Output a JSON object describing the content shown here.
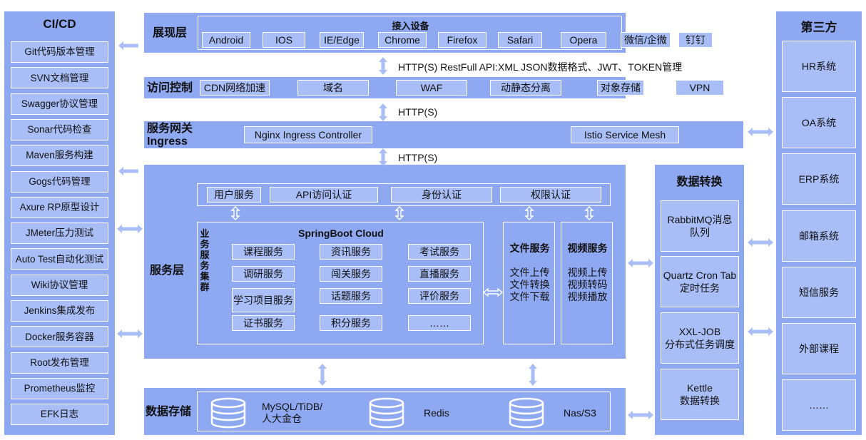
{
  "cicd": {
    "title": "CI/CD",
    "items": [
      "Git代码版本管理",
      "SVN文档管理",
      "Swagger协议管理",
      "Sonar代码检查",
      "Maven服务构建",
      "Gogs代码管理",
      "Axure RP原型设计",
      "JMeter压力测试",
      "Auto Test自动化测试",
      "Wiki协议管理",
      "Jenkins集成发布",
      "Docker服务容器",
      "Root发布管理",
      "Prometheus监控",
      "EFK日志"
    ]
  },
  "third": {
    "title": "第三方",
    "items": [
      "HR系统",
      "OA系统",
      "ERP系统",
      "邮箱系统",
      "短信服务",
      "外部课程",
      "……"
    ]
  },
  "presentation": {
    "name": "展现层",
    "header": "接入设备",
    "devices": [
      "Android",
      "IOS",
      "IE/Edge",
      "Chrome",
      "Firefox",
      "Safari",
      "Opera",
      "微信/企微",
      "钉钉"
    ]
  },
  "http1": "HTTP(S)  RestFull API:XML JSON数据格式、JWT、TOKEN管理",
  "access": {
    "name": "访问控制",
    "items": [
      "CDN网络加速",
      "域名",
      "WAF",
      "动静态分离",
      "对象存储",
      "VPN"
    ]
  },
  "http2": "HTTP(S)",
  "gateway": {
    "name_line1": "服务网关",
    "name_line2": "Ingress",
    "left": "Nginx Ingress Controller",
    "right": "Istio Service Mesh"
  },
  "http3": "HTTP(S)",
  "service": {
    "name": "服务层",
    "top_items": [
      "用户服务",
      "API访问认证",
      "身份认证",
      "权限认证"
    ],
    "cluster_label": "业务服务集群",
    "springboot_title": "SpringBoot Cloud",
    "grid": [
      "课程服务",
      "资讯服务",
      "考试服务",
      "调研服务",
      "闯关服务",
      "直播服务",
      "学习项目服务",
      "话题服务",
      "评价服务",
      "证书服务",
      "积分服务",
      "……"
    ],
    "file": {
      "title": "文件服务",
      "lines": [
        "文件上传",
        "文件转换",
        "文件下载"
      ]
    },
    "video": {
      "title": "视频服务",
      "lines": [
        "视频上传",
        "视频转码",
        "视频播放"
      ]
    }
  },
  "storage": {
    "name": "数据存储",
    "db1": "MySQL/TiDB/\n人大金仓",
    "db2": "Redis",
    "db3": "Nas/S3"
  },
  "conversion": {
    "title": "数据转换",
    "items": [
      "RabbitMQ消息\n队列",
      "Quartz Cron Tab\n定时任务",
      "XXL-JOB\n分布式任务调度",
      "Kettle\n数据转换"
    ]
  },
  "colors": {
    "panel": "#8fa8f2",
    "box": "#a9bdf6",
    "arrow": "#a9bdf6",
    "border": "#ffffff"
  }
}
